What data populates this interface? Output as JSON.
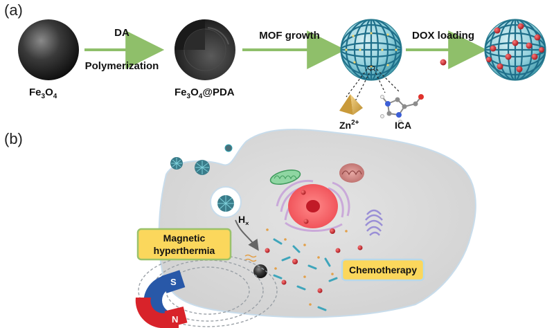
{
  "panel_a": {
    "label": "(a)",
    "step1_name_base": "Fe",
    "step1_name_sub1": "3",
    "step1_name_mid": "O",
    "step1_name_sub2": "4",
    "arrow1_top": "DA",
    "arrow1_bottom": "Polymerization",
    "step2_name_base": "Fe",
    "step2_name_sub1": "3",
    "step2_name_mid": "O",
    "step2_name_sub2": "4",
    "step2_name_tail": "@PDA",
    "arrow2_label": "MOF growth",
    "arrow3_label": "DOX loading",
    "zn_label_base": "Zn",
    "zn_label_sup": "2+",
    "ica_label": "ICA"
  },
  "panel_b": {
    "label": "(b)",
    "magnetic_line1": "Magnetic",
    "magnetic_line2": "hyperthermia",
    "chemo_label": "Chemotherapy",
    "h_label": "H",
    "h_sub": "×",
    "magnet_s": "S",
    "magnet_n": "N"
  },
  "colors": {
    "arrow_green": "#8fbf6a",
    "mof_teal": "#2fa5b5",
    "label_yellow": "#fbd75c",
    "label_border": "#9bc26a",
    "dox_red": "#c0262c",
    "magnet_red": "#d8232a",
    "magnet_blue": "#2858a8"
  }
}
